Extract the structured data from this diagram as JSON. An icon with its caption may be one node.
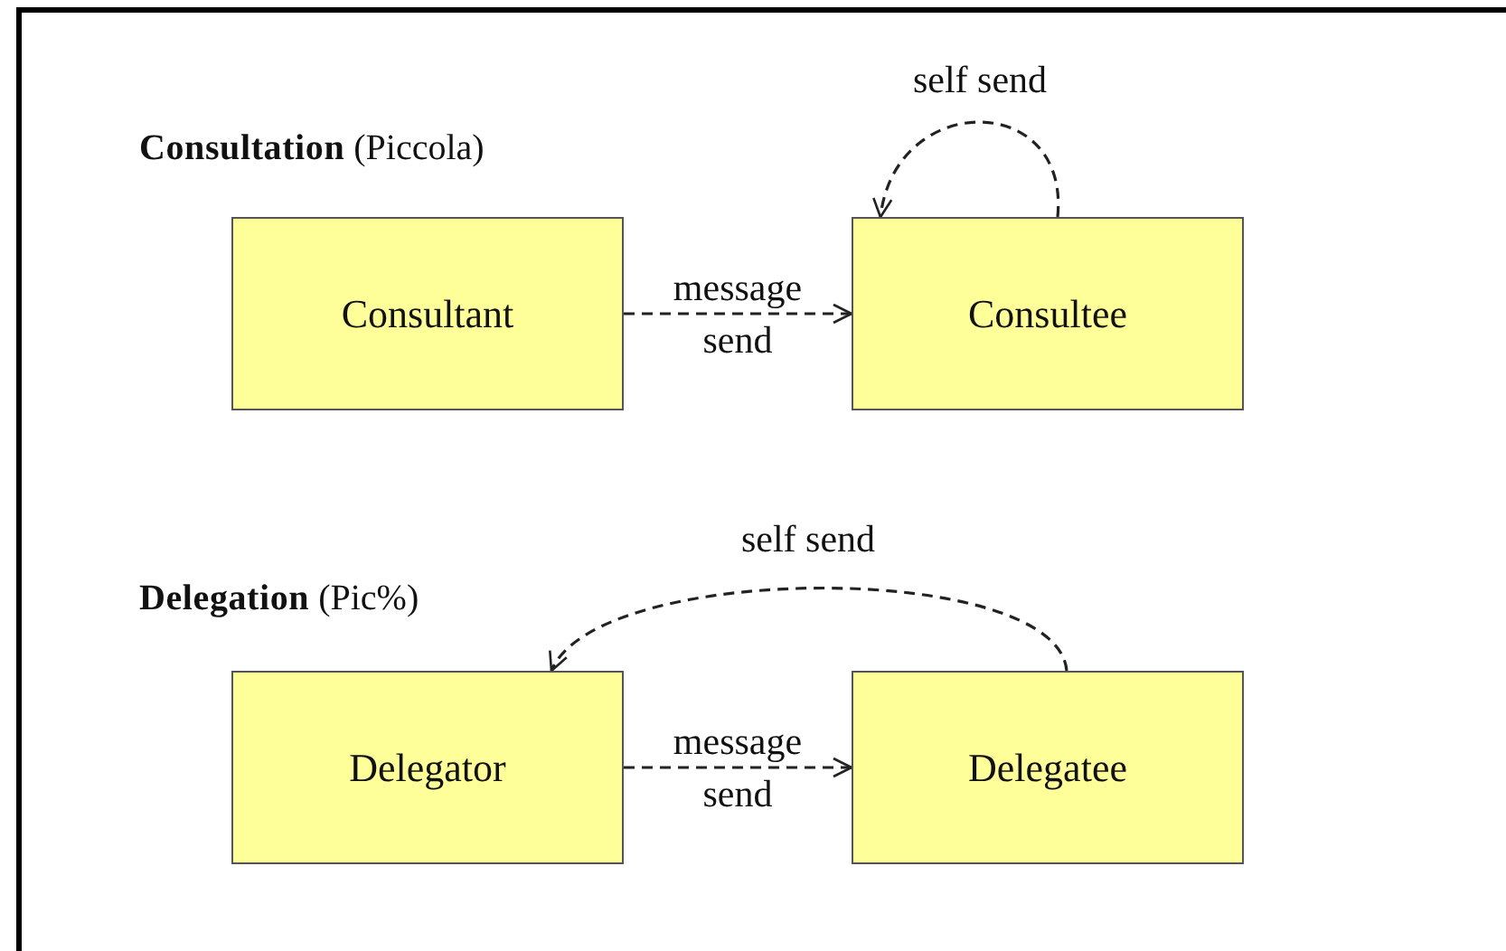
{
  "diagram": {
    "nodes": [
      {
        "text": [
          "Consultant"
        ]
      },
      {
        "text": [
          "Consultee"
        ]
      },
      {
        "text": [
          "Delegator"
        ]
      },
      {
        "text": [
          "Delegatee"
        ]
      }
    ],
    "edges": [
      {
        "from": 0,
        "to": 1,
        "arrow": "to",
        "label": "message send",
        "style": "dashed"
      },
      {
        "from": 1,
        "to": 1,
        "arrow": "to",
        "label": "self send",
        "style": "dashed"
      },
      {
        "from": 2,
        "to": 3,
        "arrow": "to",
        "label": "message send",
        "style": "dashed"
      },
      {
        "from": 3,
        "to": 2,
        "arrow": "to",
        "label": "self send",
        "style": "dashed"
      }
    ],
    "labels": [
      "**Consultation** (Piccola)",
      "**Delegation** (Pic%)"
    ]
  }
}
